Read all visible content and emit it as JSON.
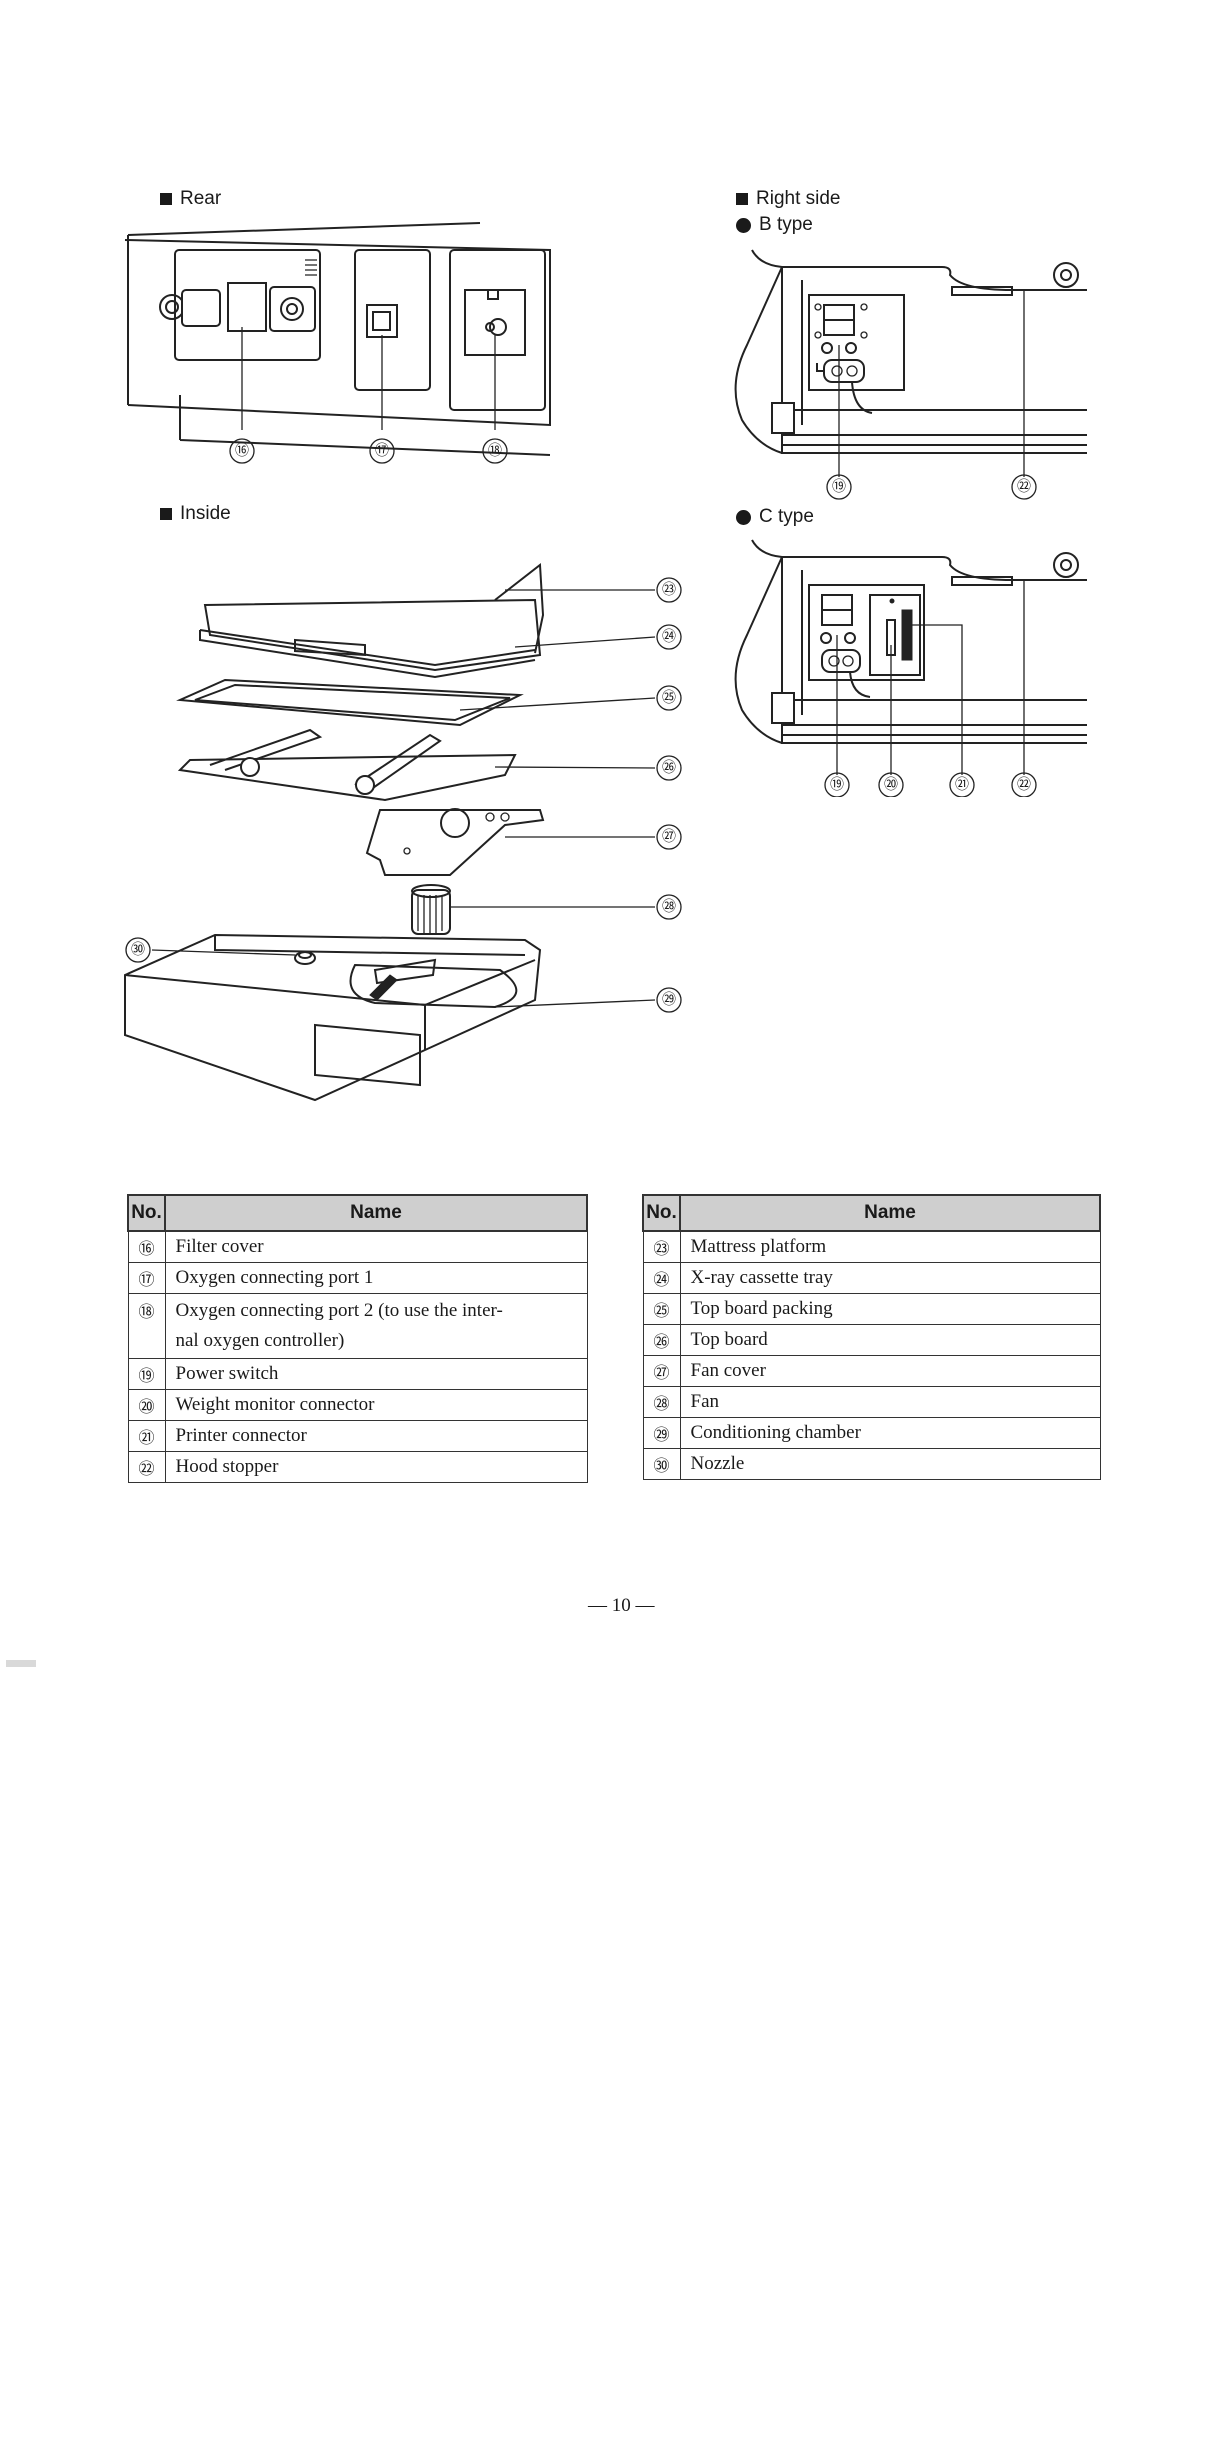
{
  "sections": {
    "rear": "Rear",
    "right_side": "Right side",
    "b_type": "B type",
    "c_type": "C type",
    "inside": "Inside"
  },
  "callouts": {
    "c16": "⑯",
    "c17": "⑰",
    "c18": "⑱",
    "c19": "⑲",
    "c20": "⑳",
    "c21": "㉑",
    "c22": "㉒",
    "c23": "㉓",
    "c24": "㉔",
    "c25": "㉕",
    "c26": "㉖",
    "c27": "㉗",
    "c28": "㉘",
    "c29": "㉙",
    "c30": "㉚"
  },
  "table_left": {
    "headers": {
      "no": "No.",
      "name": "Name"
    },
    "rows": [
      {
        "no": "⑯",
        "name": "Filter cover"
      },
      {
        "no": "⑰",
        "name": "Oxygen connecting port 1"
      },
      {
        "no": "⑱",
        "name": "Oxygen connecting port 2 (to use the inter-",
        "name2": "nal oxygen controller)"
      },
      {
        "no": "⑲",
        "name": "Power switch"
      },
      {
        "no": "⑳",
        "name": "Weight monitor connector"
      },
      {
        "no": "㉑",
        "name": "Printer connector"
      },
      {
        "no": "㉒",
        "name": "Hood stopper"
      }
    ]
  },
  "table_right": {
    "headers": {
      "no": "No.",
      "name": "Name"
    },
    "rows": [
      {
        "no": "㉓",
        "name": "Mattress platform"
      },
      {
        "no": "㉔",
        "name": "X-ray cassette tray"
      },
      {
        "no": "㉕",
        "name": "Top board packing"
      },
      {
        "no": "㉖",
        "name": "Top board"
      },
      {
        "no": "㉗",
        "name": "Fan cover"
      },
      {
        "no": "㉘",
        "name": "Fan"
      },
      {
        "no": "㉙",
        "name": "Conditioning chamber"
      },
      {
        "no": "㉚",
        "name": "Nozzle"
      }
    ]
  },
  "page_number": "— 10 —"
}
